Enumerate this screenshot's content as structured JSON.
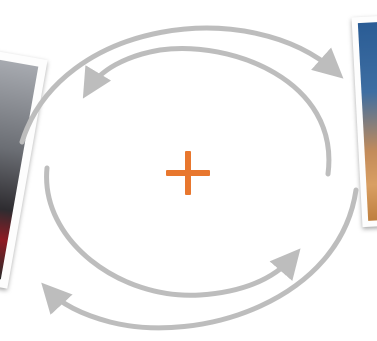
{
  "diagram": {
    "center_symbol": "+",
    "colors": {
      "arrow": "#bdbdbd",
      "plus": "#e8772e",
      "background": "#ffffff"
    },
    "arrows": [
      {
        "name": "outer-top",
        "direction": "clockwise"
      },
      {
        "name": "inner-top",
        "direction": "counterclockwise"
      },
      {
        "name": "inner-bottom",
        "direction": "counterclockwise"
      },
      {
        "name": "outer-bottom",
        "direction": "clockwise"
      }
    ],
    "photos": [
      {
        "name": "left-photo",
        "description": "tilted snapshot"
      },
      {
        "name": "right-photo",
        "description": "snapshot"
      }
    ]
  }
}
